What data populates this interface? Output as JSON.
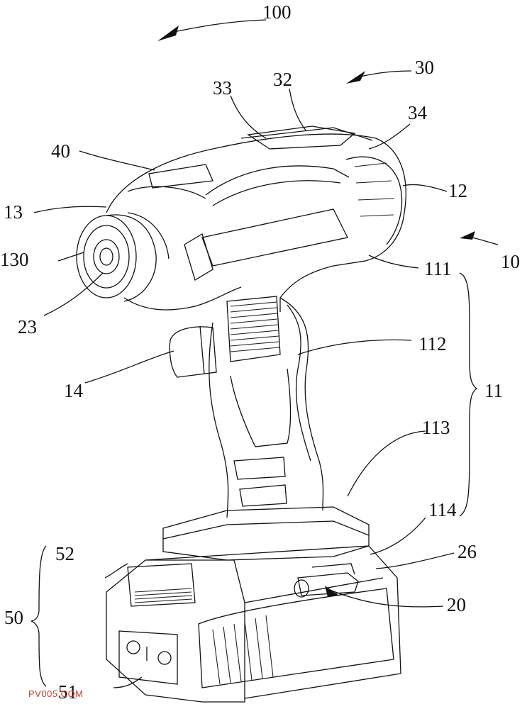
{
  "figure": {
    "labels": {
      "assembly": "100",
      "head_cover": "30",
      "cover_part_33": "33",
      "cover_part_32": "32",
      "cover_part_34": "34",
      "top_part_40": "40",
      "rear_12": "12",
      "housing": "10",
      "front_13": "13",
      "chuck_ring": "130",
      "bit_holder": "23",
      "housing_part_111": "111",
      "housing_part_112": "112",
      "trigger": "14",
      "handle_group": "11",
      "housing_part_113": "113",
      "housing_part_114": "114",
      "battery_group": "50",
      "battery_top": "52",
      "latch_26": "26",
      "switch_20": "20",
      "battery_bottom": "51"
    },
    "watermark": "PV005.COM"
  }
}
